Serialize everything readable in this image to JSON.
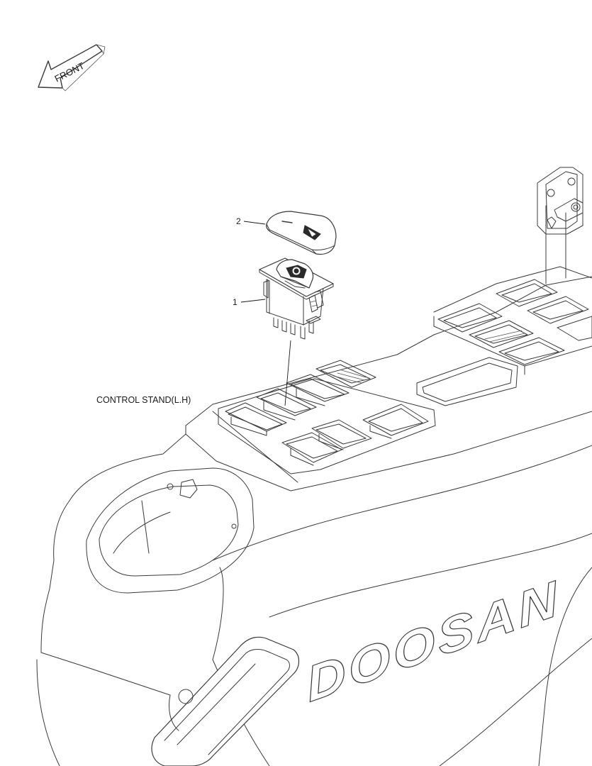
{
  "diagram": {
    "direction_label": "FRONT",
    "assembly_label": "CONTROL STAND(L.H)",
    "brand_text": "DOOSAN",
    "part_callouts": [
      {
        "number": "1"
      },
      {
        "number": "2"
      }
    ]
  },
  "colors": {
    "line": "#3a3a3a",
    "text": "#1a1a1a",
    "background": "#ffffff"
  }
}
